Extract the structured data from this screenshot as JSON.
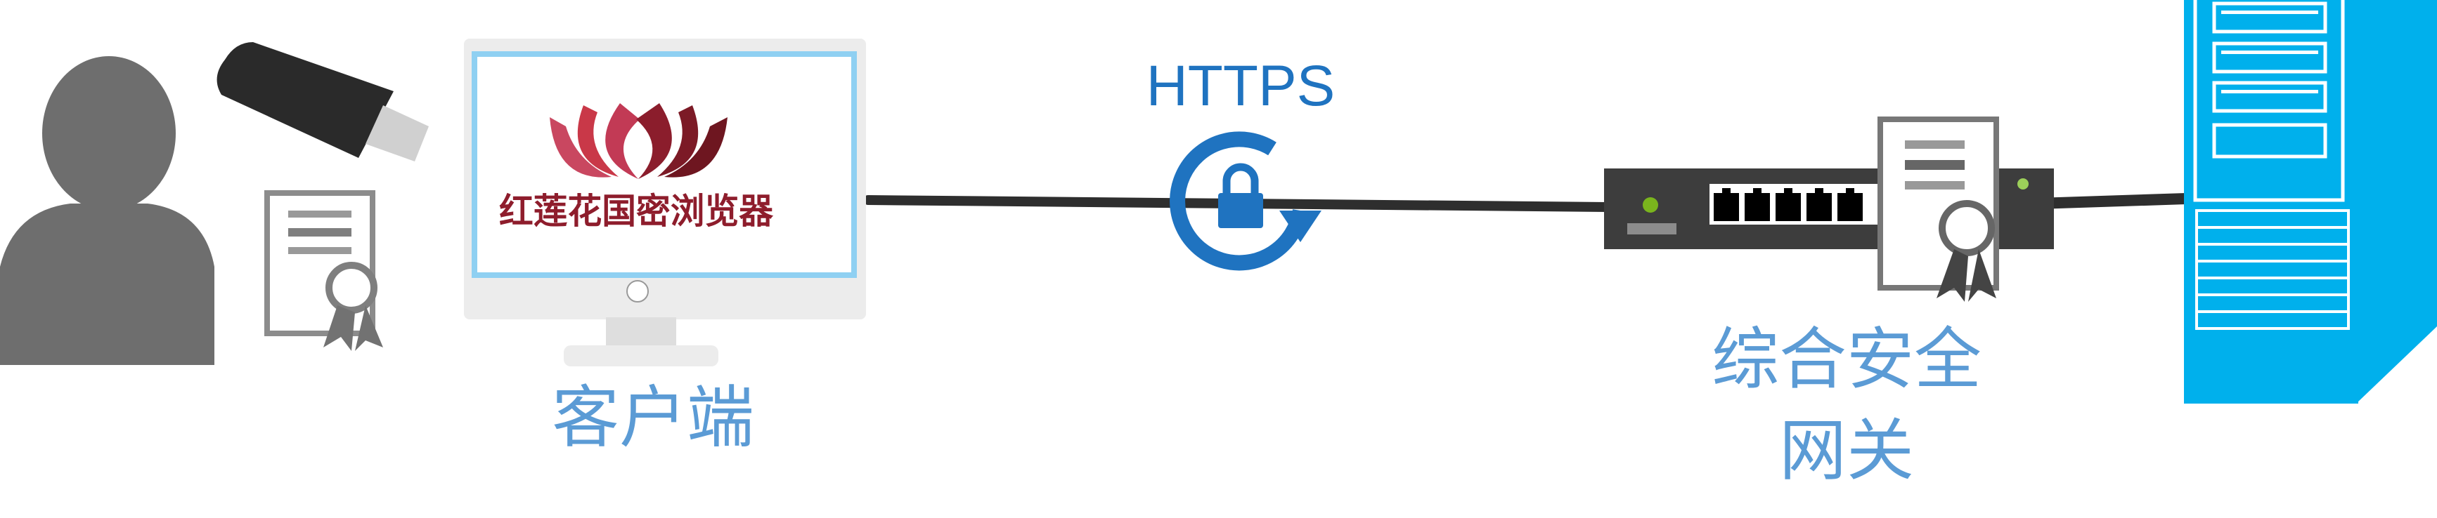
{
  "client": {
    "label": "客户端",
    "browser_name": "红莲花国密浏览器"
  },
  "connection": {
    "protocol": "HTTPS",
    "icon": "lock-refresh-icon"
  },
  "gateway": {
    "label_line1": "综合安全",
    "label_line2": "网关"
  },
  "colors": {
    "label": "#5b9bd5",
    "https": "#1f73c0",
    "server": "#00b0ec",
    "brand": "#8e1d2c",
    "cable": "#333333"
  }
}
